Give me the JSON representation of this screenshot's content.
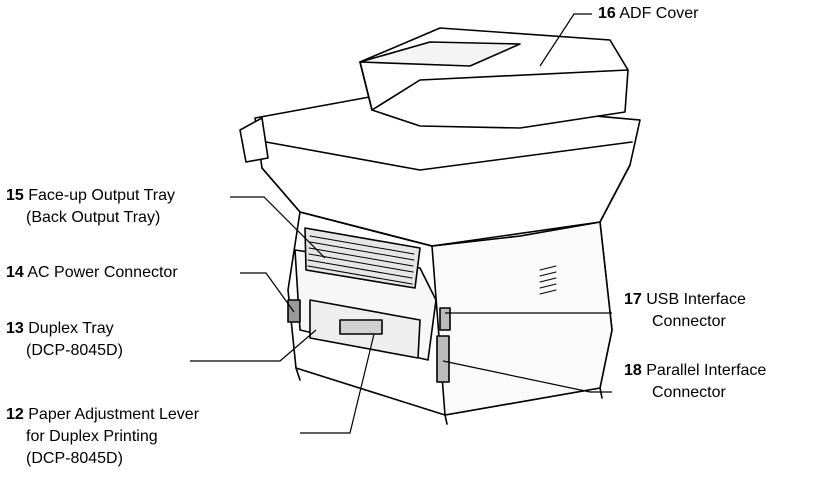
{
  "callouts": [
    {
      "id": "16",
      "num": "16",
      "line1": "ADF Cover",
      "line2": "",
      "line3": ""
    },
    {
      "id": "15",
      "num": "15",
      "line1": "Face-up Output Tray",
      "line2": "(Back Output Tray)",
      "line3": ""
    },
    {
      "id": "14",
      "num": "14",
      "line1": "AC Power Connector",
      "line2": "",
      "line3": ""
    },
    {
      "id": "13",
      "num": "13",
      "line1": "Duplex Tray",
      "line2": "(DCP-8045D)",
      "line3": ""
    },
    {
      "id": "12",
      "num": "12",
      "line1": "Paper Adjustment Lever",
      "line2": "for Duplex Printing",
      "line3": "(DCP-8045D)"
    },
    {
      "id": "17",
      "num": "17",
      "line1": "USB Interface",
      "line2": "Connector",
      "line3": ""
    },
    {
      "id": "18",
      "num": "18",
      "line1": "Parallel Interface",
      "line2": "Connector",
      "line3": ""
    }
  ]
}
